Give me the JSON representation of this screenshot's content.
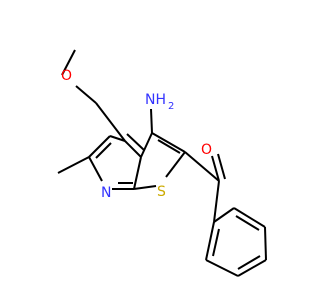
{
  "molecule": {
    "atoms": {
      "amino_n": "NH",
      "amino_h2": "2",
      "methoxy_o": "O",
      "ring_n": "N",
      "ring_s": "S",
      "carbonyl_o": "O"
    },
    "colors": {
      "bond": "#000000",
      "nitrogen": "#3333ff",
      "oxygen": "#ff0000",
      "sulfur": "#ccaa00"
    }
  }
}
